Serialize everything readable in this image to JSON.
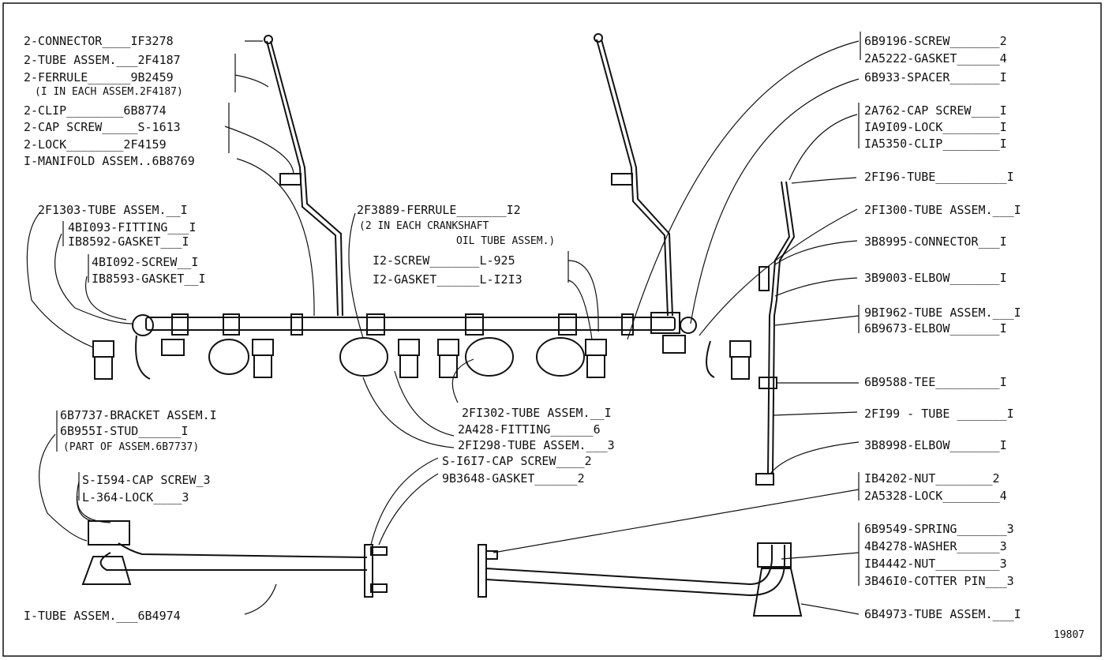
{
  "figure_number": "19807",
  "left_labels": {
    "connector": "2-CONNECTOR____IF3278",
    "tube_assem": "2-TUBE ASSEM.___2F4187",
    "ferrule": "2-FERRULE______9B2459",
    "ferrule_note": "(I IN EACH ASSEM.2F4187)",
    "clip": "2-CLIP________6B8774",
    "cap_screw": "2-CAP SCREW_____S-1613",
    "lock": "2-LOCK________2F4159",
    "manifold": "I-MANIFOLD ASSEM..6B8769",
    "tube_2f1303": "2F1303-TUBE ASSEM.__I",
    "fitting_4b1093": "4BI093-FITTING___I",
    "gasket_1b8592": "IB8592-GASKET___I",
    "screw_4b1092": "4BI092-SCREW__I",
    "gasket_1b8593": "IB8593-GASKET__I"
  },
  "center_labels": {
    "ferrule_2f3889": "2F3889-FERRULE_______I2",
    "ferrule_note1": "(2 IN EACH CRANKSHAFT",
    "ferrule_note2": "OIL TUBE ASSEM.)",
    "screw_l925": "I2-SCREW_______L-925",
    "gasket_l1213": "I2-GASKET______L-I2I3",
    "tube_2f1302": "2FI302-TUBE ASSEM.__I",
    "fitting_2a428": "2A428-FITTING______6",
    "tube_2f1298": "2FI298-TUBE ASSEM.___3",
    "cap_screw_s1617": "S-I6I7-CAP SCREW____2",
    "gasket_9b3648": "9B3648-GASKET______2"
  },
  "bottom_left_labels": {
    "bracket": "6B7737-BRACKET ASSEM.I",
    "stud": "6B955I-STUD______I",
    "stud_note": "(PART OF ASSEM.6B7737)",
    "cap_screw_s1594": "S-I594-CAP SCREW_3",
    "lock_l364": "L-364-LOCK____3",
    "tube_6b4974": "I-TUBE ASSEM.___6B4974"
  },
  "right_labels": {
    "screw_6b9196": "6B9196-SCREW_______2",
    "gasket_2a5222": "2A5222-GASKET______4",
    "spacer_6b933": "6B933-SPACER_______I",
    "cap_screw_2a762": "2A762-CAP SCREW____I",
    "lock_1a9109": "IA9I09-LOCK________I",
    "clip_1a5350": "IA5350-CLIP________I",
    "tube_2f196": "2FI96-TUBE__________I",
    "tube_2f1300": "2FI300-TUBE ASSEM.___I",
    "connector_3b8995": "3B8995-CONNECTOR___I",
    "elbow_3b9003": "3B9003-ELBOW_______I",
    "tube_9b1962": "9BI962-TUBE ASSEM.___I",
    "elbow_6b9673": "6B9673-ELBOW_______I",
    "tee_6b9588": "6B9588-TEE_________I",
    "tube_2f199": "2FI99 - TUBE _______I",
    "elbow_3b8998": "3B8998-ELBOW_______I",
    "nut_1b4202": "IB4202-NUT________2",
    "lock_2a5328": "2A5328-LOCK________4",
    "spring_6b9549": "6B9549-SPRING_______3",
    "washer_4b4278": "4B4278-WASHER______3",
    "nut_1b4442": "IB4442-NUT_________3",
    "cotter_3b4610": "3B46I0-COTTER PIN___3",
    "tube_6b4973": "6B4973-TUBE ASSEM.___I"
  }
}
